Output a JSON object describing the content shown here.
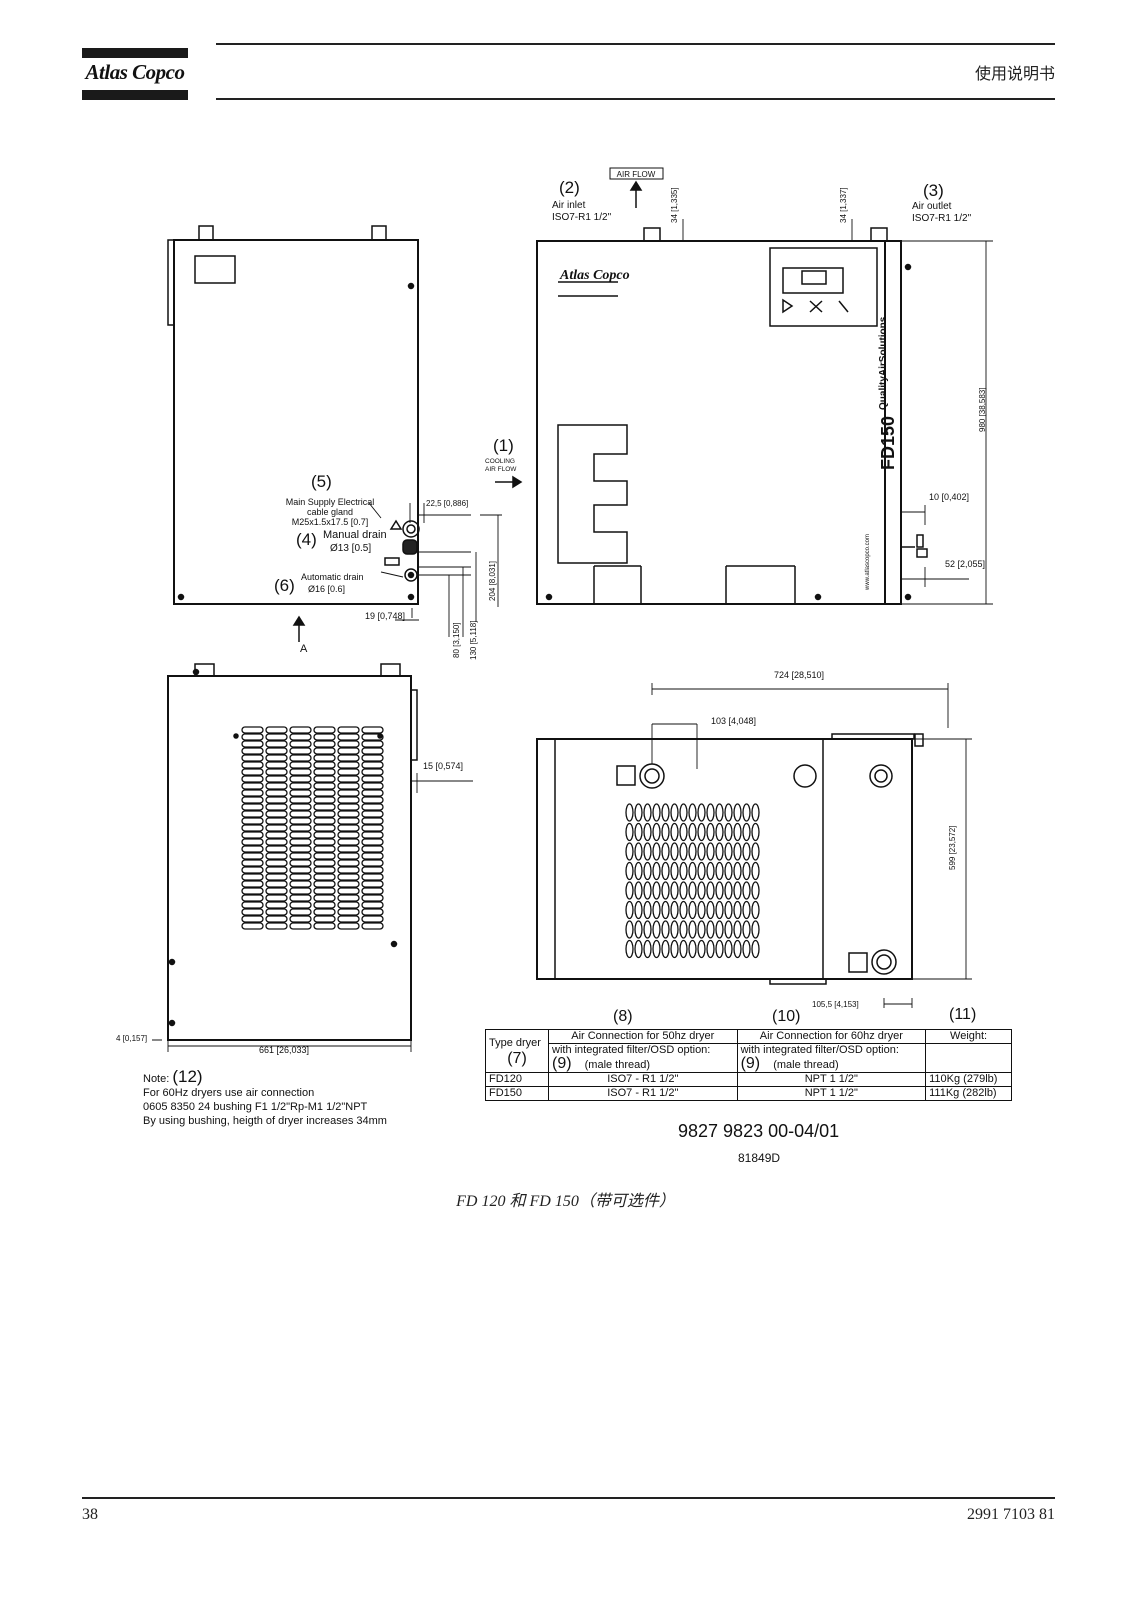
{
  "header": {
    "brand": "Atlas Copco",
    "title": "使用说明书"
  },
  "drawing": {
    "side_left": {
      "callout_5": "(5)",
      "label_5": [
        "Main Supply Electrical",
        "cable gland",
        "M25x1.5x17.5 [0.7]"
      ],
      "callout_4": "(4)",
      "label_4": [
        "Manual drain",
        "Ø13 [0.5]"
      ],
      "callout_6": "(6)",
      "label_6": [
        "Automatic  drain",
        "Ø16 [0.6]"
      ],
      "dim_22_5": "22,5 [0,886]",
      "dim_19": "19 [0,748]",
      "dim_80": "80 [3,150]",
      "dim_130": "130 [5,118]",
      "dim_204": "204 [8,031]",
      "arrow_a": "A"
    },
    "front": {
      "callout_2": "(2)",
      "label_2": [
        "Air inlet",
        "ISO7-R1 1/2\""
      ],
      "air_flow": "AIR FLOW",
      "dim_34a": "34 [1,335]",
      "dim_34b": "34 [1,337]",
      "callout_3": "(3)",
      "label_3": [
        "Air outlet",
        "ISO7-R1 1/2\""
      ],
      "callout_1": "(1)",
      "label_1": [
        "COOLING",
        "AIR FLOW"
      ],
      "dim_980": "980 [38,583]",
      "dim_10": "10 [0,402]",
      "dim_52": "52 [2,055]",
      "brand_panel": "Atlas Copco",
      "model": "FD150",
      "slogan": "QualityAirSolutions",
      "web": "www.atlascopco.com"
    },
    "rear": {
      "dim_15": "15 [0,574]",
      "dim_4": "4 [0,157]",
      "dim_661": "661 [26,033]"
    },
    "top": {
      "dim_724": "724 [28,510]",
      "dim_103": "103 [4,048]",
      "dim_599": "599 [23,572]",
      "dim_105_5": "105,5 [4,153]"
    }
  },
  "note": {
    "label": "Note:",
    "callout": "(12)",
    "lines": [
      "For 60Hz dryers use air connection",
      "0605 8350 24 bushing F1 1/2\"Rp-M1 1/2\"NPT",
      "By using bushing, heigth of dryer increases 34mm"
    ]
  },
  "table": {
    "callout_8": "(8)",
    "callout_10": "(10)",
    "callout_11": "(11)",
    "type_label": "Type dryer",
    "type_callout": "(7)",
    "col_50hz": "Air Connection for 50hz dryer",
    "col_60hz": "Air Connection for 60hz dryer",
    "col_weight": "Weight:",
    "sub_a": "with integrated filter/OSD option:",
    "sub_b": "with integrated filter/OSD option:",
    "callout_9a": "(9)",
    "male_a": "(male thread)",
    "callout_9b": "(9)",
    "male_b": "(male thread)",
    "rows": [
      {
        "type": "FD120",
        "c50": "ISO7 - R1 1/2\"",
        "c60": "NPT 1 1/2\"",
        "weight": "110Kg (279lb)"
      },
      {
        "type": "FD150",
        "c50": "ISO7 - R1 1/2\"",
        "c60": "NPT 1 1/2\"",
        "weight": "111Kg (282lb)"
      }
    ]
  },
  "doc_number": "9827 9823 00-04/01",
  "doc_sub": "81849D",
  "caption": "FD 120 和 FD 150（带可选件）",
  "footer": {
    "page": "38",
    "code": "2991 7103 81"
  }
}
